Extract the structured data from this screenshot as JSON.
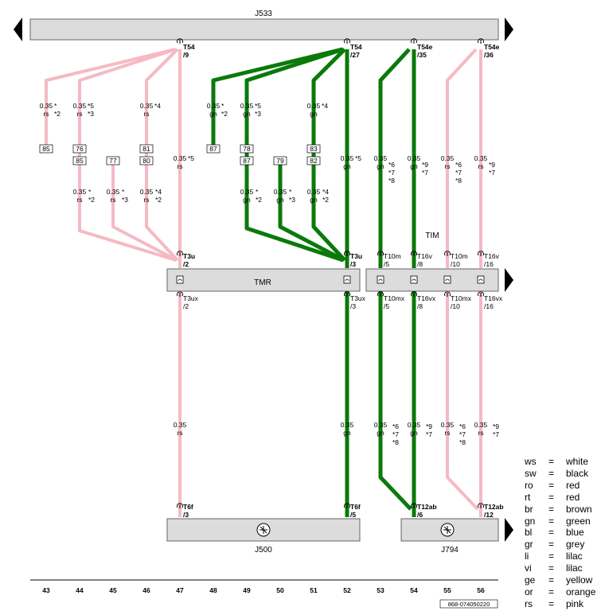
{
  "components": {
    "top": "J533",
    "tmr": "TMR",
    "tim": "TIM",
    "j500": "J500",
    "j794": "J794"
  },
  "colors": {
    "pink": "#f6b9c4",
    "green": "#0a7a0a",
    "bar": "#dcdcdc"
  },
  "icons": [
    "arrow-left-icon",
    "arrow-right-icon",
    "connector-icon",
    "ground-symbol-icon"
  ],
  "wires": [
    {
      "col": 43,
      "label": "0.35\nrs",
      "star": "*\n*2",
      "color": "pink",
      "boxes": [
        "85"
      ]
    },
    {
      "col": 44,
      "label": "0.35\nrs",
      "star": "*5\n*3",
      "color": "pink",
      "boxes": [
        "76",
        "85"
      ],
      "label2": "0.35\nrs",
      "star2": "*\n*2"
    },
    {
      "col": 45,
      "label2": "0.35\nrs",
      "star2": "*\n*3",
      "color": "pink",
      "boxes": [
        "77"
      ]
    },
    {
      "col": 46,
      "label": "0.35\nrs",
      "star": "*4",
      "color": "pink",
      "boxes": [
        "81",
        "80"
      ],
      "label2": "0.35\nrs",
      "star2": "*4\n*2"
    },
    {
      "col": 47,
      "conn_top": "T54\n/9",
      "label": "0.35\nrs",
      "star": "*5",
      "color": "pink",
      "conn_mid_top": "T3u\n/2",
      "conn_mid_bot": "T3ux\n/2",
      "label3": "0.35\nrs",
      "conn_bot": "T6f\n/3"
    },
    {
      "col": 48,
      "label": "0.35\ngn",
      "star": "*\n*2",
      "color": "green",
      "boxes": [
        "87"
      ]
    },
    {
      "col": 49,
      "label": "0.35\ngn",
      "star": "*5\n*3",
      "color": "green",
      "boxes": [
        "78",
        "87"
      ],
      "label2": "0.35\ngn",
      "star2": "*\n*2"
    },
    {
      "col": 50,
      "label2": "0.35\ngn",
      "star2": "*\n*3",
      "color": "green",
      "boxes": [
        "79"
      ]
    },
    {
      "col": 51,
      "label": "0.35\ngn",
      "star": "*4",
      "color": "green",
      "boxes": [
        "83",
        "82"
      ],
      "label2": "0.35\ngn",
      "star2": "*4\n*2"
    },
    {
      "col": 52,
      "conn_top": "T54\n/27",
      "label": "0.35\ngn",
      "star": "*5",
      "color": "green",
      "conn_mid_top": "T3u\n/3",
      "conn_mid_bot": "T3ux\n/3",
      "label3": "0.35\ngn",
      "conn_bot": "T6f\n/5"
    },
    {
      "col": 53,
      "label": "0.35\ngn",
      "star": "*6\n*7\n*8",
      "color": "green",
      "conn_mid_top": "T10m\n/5",
      "conn_mid_bot": "T10mx\n/5",
      "label3": "0.35\ngn",
      "star3": "*6\n*7\n*8"
    },
    {
      "col": 54,
      "conn_top": "T54e\n/35",
      "label": "0.35\ngn",
      "star": "*9\n*7",
      "color": "green",
      "conn_mid_top": "T16v\n/8",
      "conn_mid_bot": "T16vx\n/8",
      "label3": "0.35\ngn",
      "star3": "*9\n*7",
      "conn_bot": "T12ab\n/6"
    },
    {
      "col": 55,
      "label": "0.35\nrs",
      "star": "*6\n*7\n*8",
      "color": "pink",
      "conn_mid_top": "T10m\n/10",
      "conn_mid_bot": "T10mx\n/10",
      "label3": "0.35\nrs",
      "star3": "*6\n*7\n*8"
    },
    {
      "col": 56,
      "conn_top": "T54e\n/36",
      "label": "0.35\nrs",
      "star": "*9\n*7",
      "color": "pink",
      "conn_mid_top": "T16v\n/16",
      "conn_mid_bot": "T16vx\n/16",
      "label3": "0.35\nrs",
      "star3": "*9\n*7",
      "conn_bot": "T12ab\n/12"
    }
  ],
  "columns": [
    "43",
    "44",
    "45",
    "46",
    "47",
    "48",
    "49",
    "50",
    "51",
    "52",
    "53",
    "54",
    "55",
    "56"
  ],
  "doc_code": "868-074050220",
  "legend": [
    {
      "code": "ws",
      "eq": "=",
      "name": "white"
    },
    {
      "code": "sw",
      "eq": "=",
      "name": "black"
    },
    {
      "code": "ro",
      "eq": "=",
      "name": "red"
    },
    {
      "code": "rt",
      "eq": "=",
      "name": "red"
    },
    {
      "code": "br",
      "eq": "=",
      "name": "brown"
    },
    {
      "code": "gn",
      "eq": "=",
      "name": "green"
    },
    {
      "code": "bl",
      "eq": "=",
      "name": "blue"
    },
    {
      "code": "gr",
      "eq": "=",
      "name": "grey"
    },
    {
      "code": "li",
      "eq": "=",
      "name": "lilac"
    },
    {
      "code": "vi",
      "eq": "=",
      "name": "lilac"
    },
    {
      "code": "ge",
      "eq": "=",
      "name": "yellow"
    },
    {
      "code": "or",
      "eq": "=",
      "name": "orange"
    },
    {
      "code": "rs",
      "eq": "=",
      "name": "pink"
    }
  ]
}
